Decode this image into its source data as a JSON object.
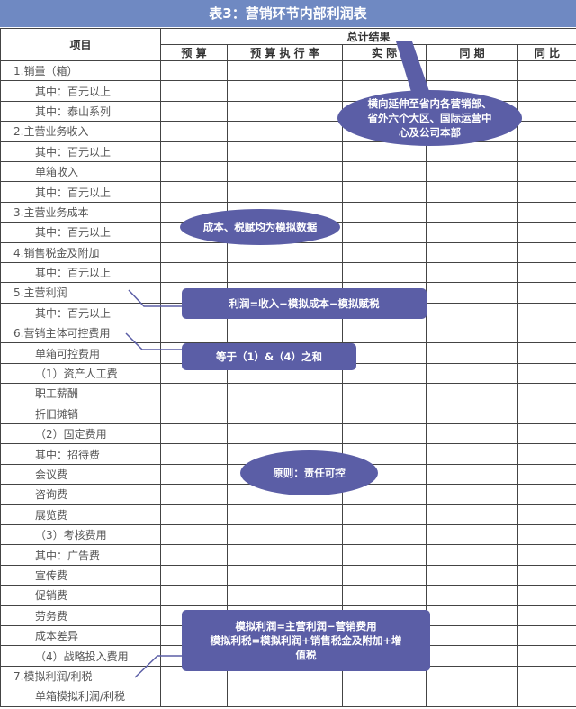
{
  "title": "表3：营销环节内部利润表",
  "header": {
    "item": "项目",
    "group": "总计结果",
    "columns": [
      "预 算",
      "预 算 执 行 率",
      "实 际",
      "同 期",
      "同 比"
    ]
  },
  "rows": [
    {
      "label": "1.销量（箱）",
      "sub": false
    },
    {
      "label": "其中：百元以上",
      "sub": true
    },
    {
      "label": "其中：泰山系列",
      "sub": true
    },
    {
      "label": "2.主营业务收入",
      "sub": false
    },
    {
      "label": "其中：百元以上",
      "sub": true
    },
    {
      "label": "单箱收入",
      "sub": true
    },
    {
      "label": "其中：百元以上",
      "sub": true
    },
    {
      "label": "3.主营业务成本",
      "sub": false
    },
    {
      "label": "其中：百元以上",
      "sub": true
    },
    {
      "label": "4.销售税金及附加",
      "sub": false
    },
    {
      "label": "其中：百元以上",
      "sub": true
    },
    {
      "label": "5.主营利润",
      "sub": false
    },
    {
      "label": "其中：百元以上",
      "sub": true
    },
    {
      "label": "6.营销主体可控费用",
      "sub": false
    },
    {
      "label": "单箱可控费用",
      "sub": true
    },
    {
      "label": "（1）资产人工费",
      "sub": true
    },
    {
      "label": "职工薪酬",
      "sub": true
    },
    {
      "label": "折旧摊销",
      "sub": true
    },
    {
      "label": "（2）固定费用",
      "sub": true
    },
    {
      "label": "其中：招待费",
      "sub": true
    },
    {
      "label": "会议费",
      "sub": true
    },
    {
      "label": "咨询费",
      "sub": true
    },
    {
      "label": "展览费",
      "sub": true
    },
    {
      "label": "（3）考核费用",
      "sub": true
    },
    {
      "label": "其中：广告费",
      "sub": true
    },
    {
      "label": "宣传费",
      "sub": true
    },
    {
      "label": "促销费",
      "sub": true
    },
    {
      "label": "劳务费",
      "sub": true
    },
    {
      "label": "成本差异",
      "sub": true
    },
    {
      "label": "（4）战略投入费用",
      "sub": true
    },
    {
      "label": "7.模拟利润/利税",
      "sub": false
    },
    {
      "label": "单箱模拟利润/利税",
      "sub": true
    }
  ],
  "callouts": {
    "extend": "横向延伸至省内各营销部、省外六个大区、国际运营中心及公司本部",
    "simulated": "成本、税赋均为模拟数据",
    "profit": "利润=收入−模拟成本−模拟赋税",
    "sum": "等于（1）&（4）之和",
    "principle": "原则：责任可控",
    "formula1": "模拟利润=主营利润−营销费用",
    "formula2": "模拟利税=模拟利润+销售税金及附加+增值税"
  }
}
